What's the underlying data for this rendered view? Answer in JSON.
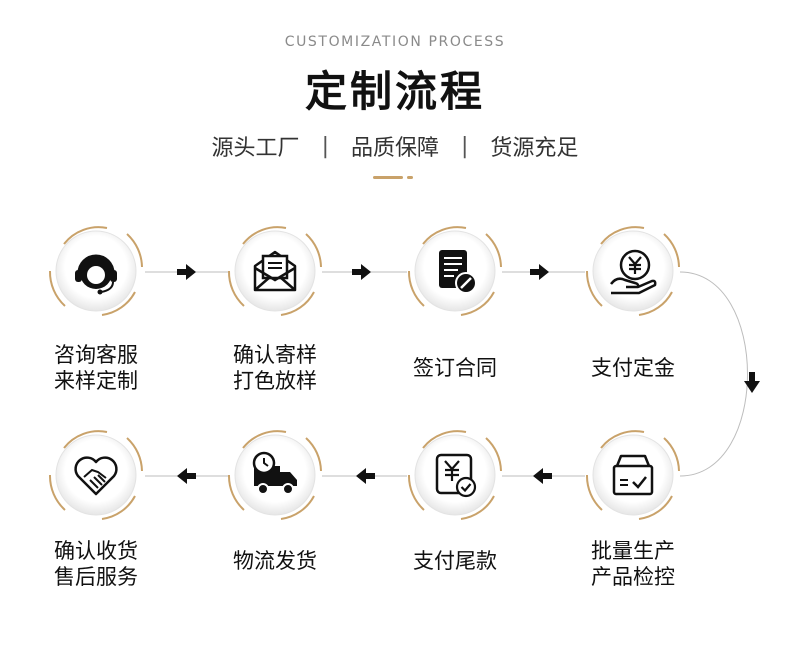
{
  "header": {
    "subtitle_en": "CUSTOMIZATION PROCESS",
    "title": "定制流程",
    "tagline": [
      "源头工厂",
      "品质保障",
      "货源充足"
    ],
    "separator": "|"
  },
  "colors": {
    "accent": "#c9a26a",
    "icon": "#111111",
    "text": "#111111",
    "connector": "#bdbdbd"
  },
  "steps": [
    {
      "id": "consult",
      "lines": [
        "咨询客服",
        "来样定制"
      ],
      "icon": "headset-icon"
    },
    {
      "id": "confirm-sample",
      "lines": [
        "确认寄样",
        "打色放样"
      ],
      "icon": "envelope-icon"
    },
    {
      "id": "sign-contract",
      "lines": [
        "签订合同"
      ],
      "icon": "contract-icon"
    },
    {
      "id": "pay-deposit",
      "lines": [
        "支付定金"
      ],
      "icon": "yen-hand-icon"
    },
    {
      "id": "mass-production",
      "lines": [
        "批量生产",
        "产品检控"
      ],
      "icon": "box-check-icon"
    },
    {
      "id": "pay-balance",
      "lines": [
        "支付尾款"
      ],
      "icon": "yen-receipt-icon"
    },
    {
      "id": "logistics",
      "lines": [
        "物流发货"
      ],
      "icon": "truck-icon"
    },
    {
      "id": "confirm-receipt",
      "lines": [
        "确认收货",
        "售后服务"
      ],
      "icon": "handshake-icon"
    }
  ]
}
